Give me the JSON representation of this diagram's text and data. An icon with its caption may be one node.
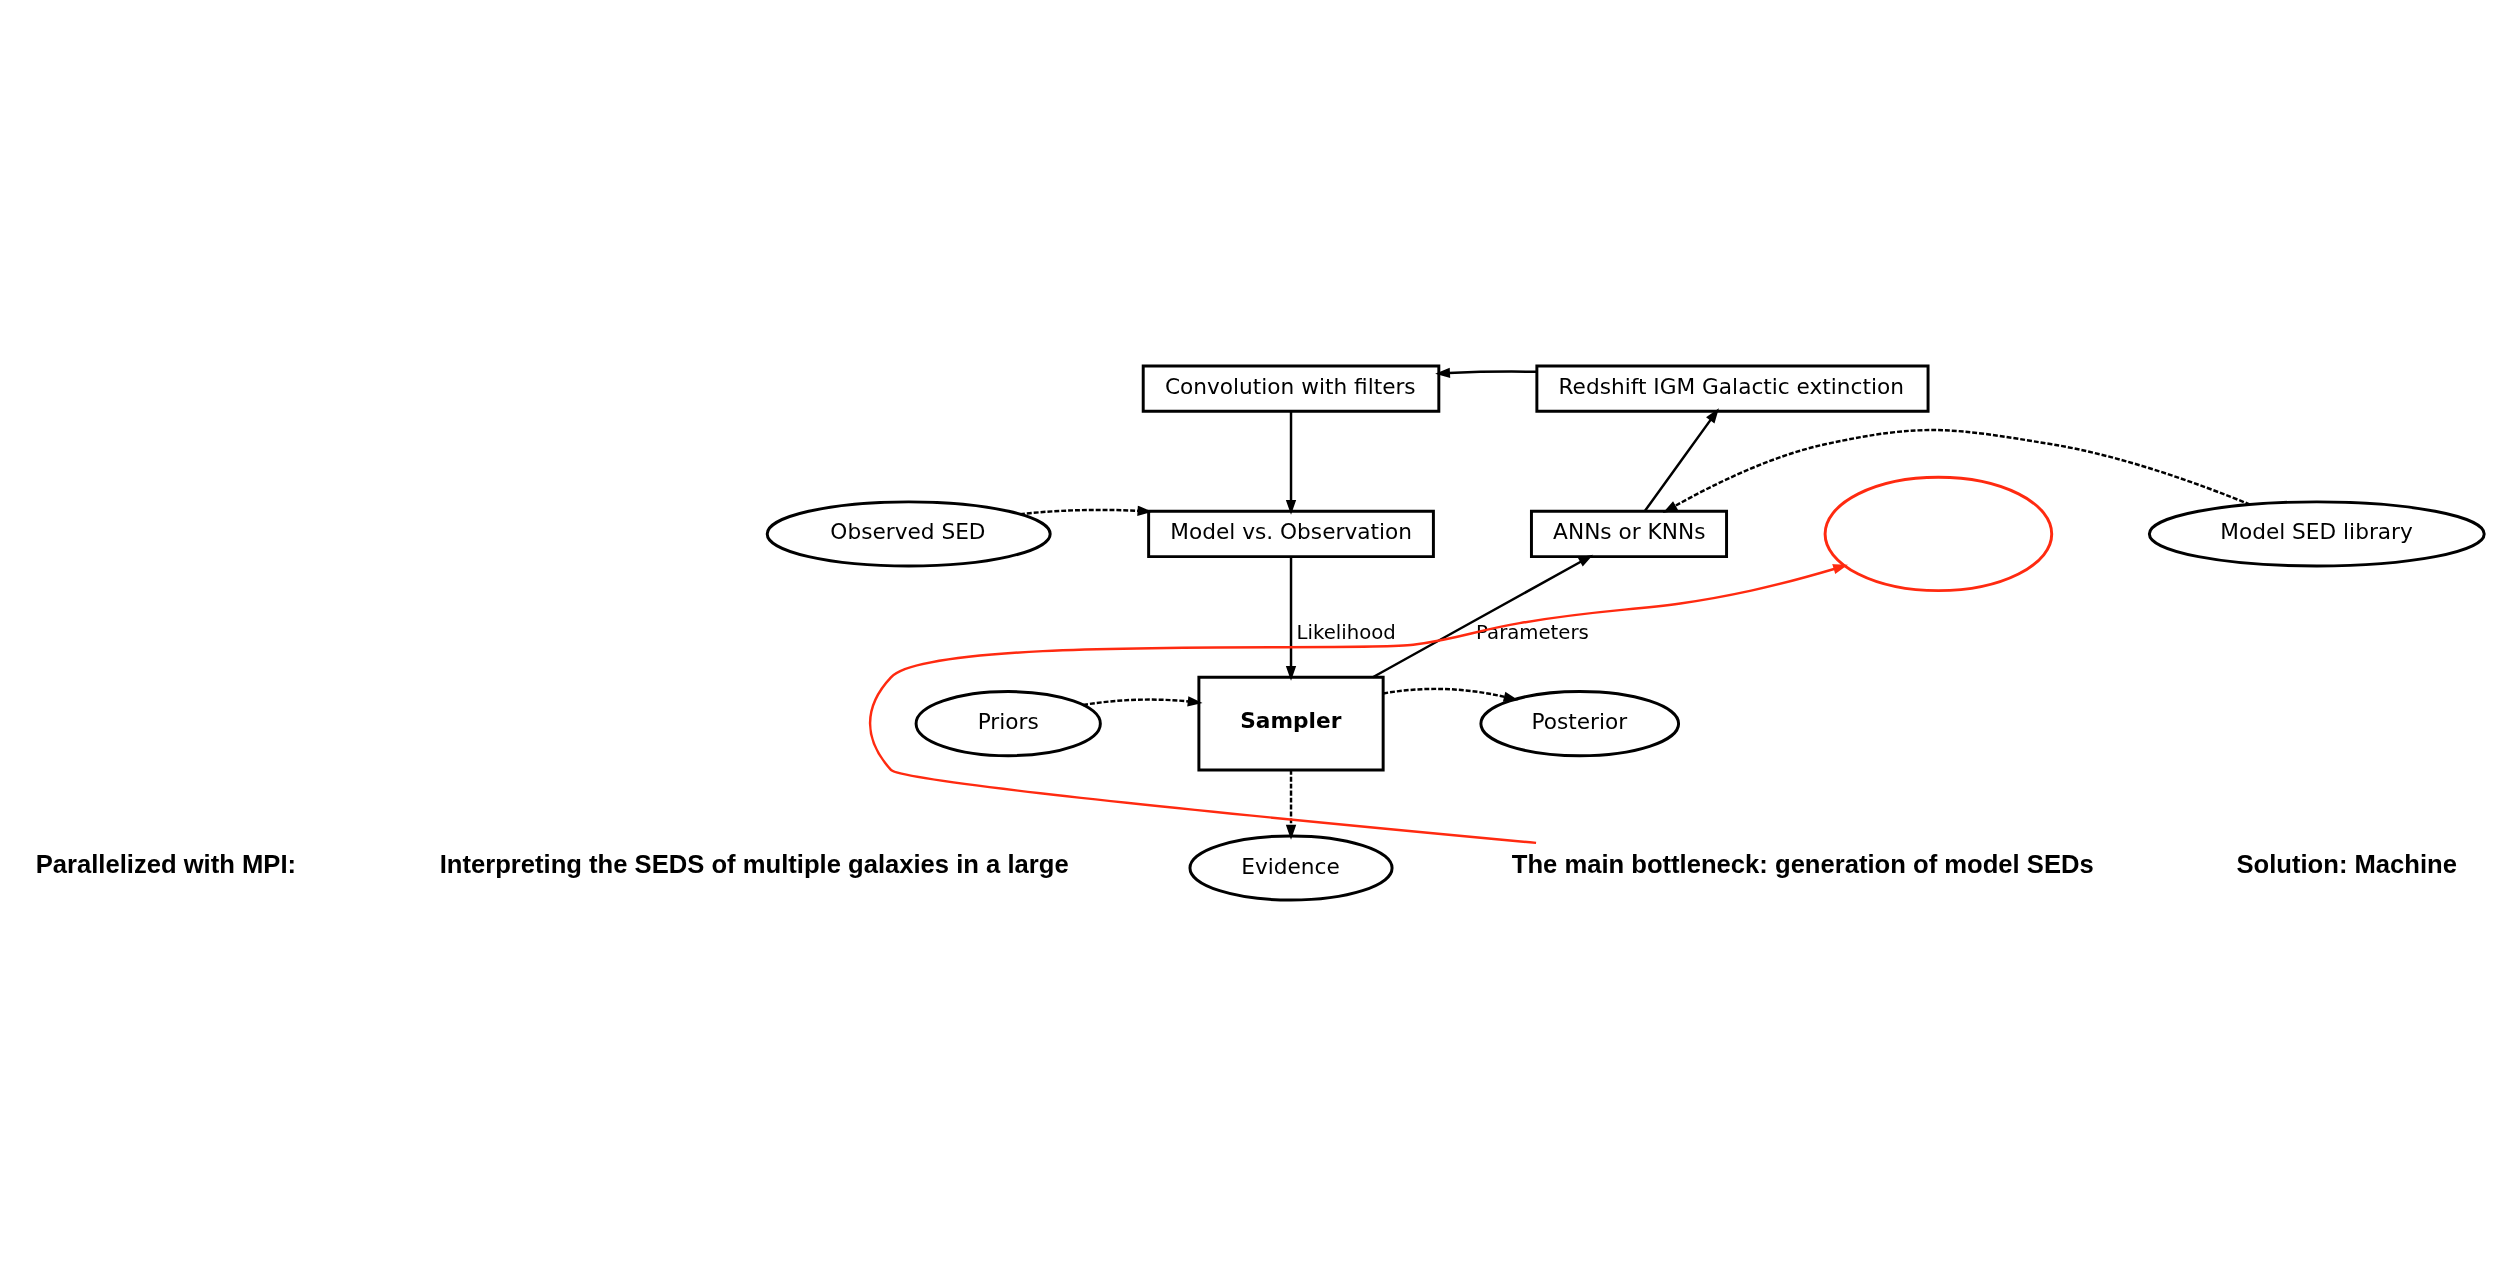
{
  "diagram": {
    "nodes": [
      {
        "text": [
          "Convolution with filters"
        ]
      },
      {
        "text": [
          "Redshift IGM Galactic extinction"
        ]
      },
      {
        "text": [
          "Observed SED"
        ]
      },
      {
        "text": [
          "Model vs. Observation"
        ]
      },
      {
        "text": [
          "ANNs or KNNs"
        ]
      },
      {
        "text": [
          "Model SED library"
        ]
      },
      {
        "text": [
          "Priors"
        ]
      },
      {
        "text": [
          "Sampler"
        ]
      },
      {
        "text": [
          "Posterior"
        ]
      },
      {
        "text": [
          "Evidence"
        ]
      },
      {
        "text": [],
        "shape": "ellipse"
      },
      {
        "text": [
          "The main bottleneck: generation of model SEDs"
        ]
      }
    ],
    "edges": [
      {
        "from": 1,
        "to": 0,
        "arrow": "to"
      },
      {
        "from": 0,
        "to": 3,
        "arrow": "to"
      },
      {
        "from": 2,
        "to": 3,
        "arrow": "to",
        "style": "dashed"
      },
      {
        "from": 5,
        "to": 4,
        "arrow": "to",
        "style": "dashed"
      },
      {
        "from": 4,
        "to": 1,
        "arrow": "to"
      },
      {
        "from": 3,
        "to": 7,
        "arrow": "to",
        "label": "Likelihood"
      },
      {
        "from": 7,
        "to": 4,
        "arrow": "to",
        "label": "Parameters"
      },
      {
        "from": 6,
        "to": 7,
        "arrow": "to",
        "style": "dashed"
      },
      {
        "from": 7,
        "to": 8,
        "arrow": "to",
        "style": "dashed"
      },
      {
        "from": 7,
        "to": 9,
        "arrow": "to",
        "style": "dashed"
      },
      {
        "from": 11,
        "to": 10,
        "arrow": "to",
        "color": "#ff2a10"
      }
    ],
    "labels": [
      "Parallelized with MPI:",
      "Interpreting the SEDS of multiple galaxies in a large",
      "Solution: Machine"
    ]
  }
}
